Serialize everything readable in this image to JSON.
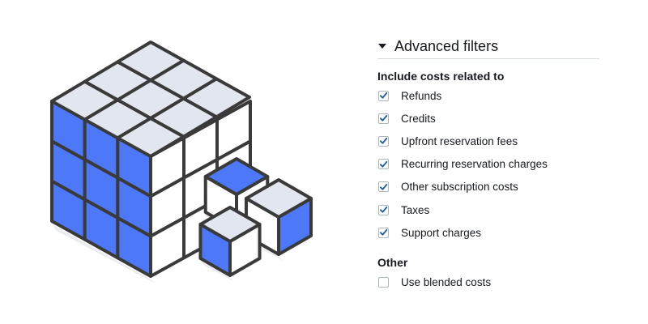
{
  "filters": {
    "title": "Advanced filters",
    "include_section_title": "Include costs related to",
    "include_options": [
      {
        "label": "Refunds",
        "checked": true
      },
      {
        "label": "Credits",
        "checked": true
      },
      {
        "label": "Upfront reservation fees",
        "checked": true
      },
      {
        "label": "Recurring reservation charges",
        "checked": true
      },
      {
        "label": "Other subscription costs",
        "checked": true
      },
      {
        "label": "Taxes",
        "checked": true
      },
      {
        "label": "Support charges",
        "checked": true
      }
    ],
    "other_section_title": "Other",
    "other_options": [
      {
        "label": "Use blended costs",
        "checked": false
      }
    ]
  },
  "colors": {
    "cube_blue": "#4d79f8",
    "cube_top": "#e2e6ee",
    "cube_white": "#ffffff",
    "outline": "#3a3a3a",
    "check_mark": "#1f5fa8",
    "shadow": "#e9ebf0"
  }
}
